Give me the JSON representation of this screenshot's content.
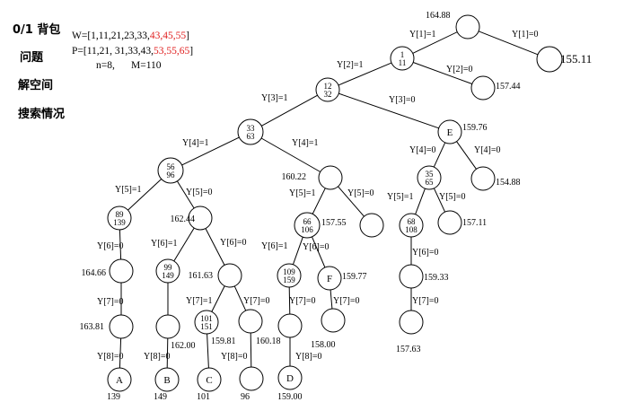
{
  "sidebar": {
    "title": "0/1 背包",
    "items": [
      "问题",
      "解空间",
      "搜索情况"
    ]
  },
  "problem": {
    "w_prefix": "W=[1,11,21,23,33,",
    "w_red": "43,45,55",
    "w_suffix": "]",
    "p_prefix": "P=[11,21, 31,33,43,",
    "p_red": "53,55,65",
    "p_suffix": "]",
    "n_label": "n=8,",
    "m_label": "M=110"
  },
  "colors": {
    "highlight": "#e02020",
    "line": "#000000"
  },
  "tree": {
    "nodes": [
      {
        "id": "root",
        "lines": [],
        "side": {
          "text": "164.88",
          "pos": "top-left"
        }
      },
      {
        "id": "n1",
        "lines": [
          "1",
          "11"
        ]
      },
      {
        "id": "b1",
        "lines": [],
        "side": {
          "text": "155.11",
          "pos": "right",
          "big": true
        }
      },
      {
        "id": "n12",
        "lines": [
          "12",
          "32"
        ]
      },
      {
        "id": "b2",
        "lines": [],
        "side": {
          "text": "157.44",
          "pos": "right"
        }
      },
      {
        "id": "n33",
        "lines": [
          "33",
          "63"
        ]
      },
      {
        "id": "E",
        "lines": [
          "E"
        ],
        "side": {
          "text": "159.76",
          "pos": "right"
        }
      },
      {
        "id": "n56",
        "lines": [
          "56",
          "96"
        ]
      },
      {
        "id": "u1",
        "lines": [],
        "side": {
          "text": "160.22",
          "pos": "left"
        }
      },
      {
        "id": "n35",
        "lines": [
          "35",
          "65"
        ]
      },
      {
        "id": "b3",
        "lines": [],
        "side": {
          "text": "154.88",
          "pos": "right"
        }
      },
      {
        "id": "n89",
        "lines": [
          "89",
          "139"
        ]
      },
      {
        "id": "u2",
        "lines": [],
        "side": {
          "text": "162.44",
          "pos": "left"
        }
      },
      {
        "id": "n66",
        "lines": [
          "66",
          "106"
        ],
        "side": {
          "text": "157.55",
          "pos": "right"
        }
      },
      {
        "id": "u3",
        "lines": []
      },
      {
        "id": "n68",
        "lines": [
          "68",
          "108"
        ]
      },
      {
        "id": "b4",
        "lines": [],
        "side": {
          "text": "157.11",
          "pos": "right"
        }
      },
      {
        "id": "a6",
        "lines": [],
        "side": {
          "text": "164.66",
          "pos": "left"
        }
      },
      {
        "id": "n99",
        "lines": [
          "99",
          "149"
        ]
      },
      {
        "id": "u4",
        "lines": [],
        "side": {
          "text": "161.63",
          "pos": "left"
        }
      },
      {
        "id": "n109",
        "lines": [
          "109",
          "159"
        ]
      },
      {
        "id": "F",
        "lines": [
          "F"
        ],
        "side": {
          "text": "159.77",
          "pos": "right"
        }
      },
      {
        "id": "e6",
        "lines": [],
        "side": {
          "text": "159.33",
          "pos": "right"
        }
      },
      {
        "id": "a7",
        "lines": [],
        "side": {
          "text": "163.81",
          "pos": "left"
        }
      },
      {
        "id": "b7",
        "lines": [],
        "side": {
          "text": "162.00",
          "pos": "below-right"
        }
      },
      {
        "id": "n101",
        "lines": [
          "101",
          "151"
        ],
        "side": {
          "text": "159.81",
          "pos": "below-right"
        }
      },
      {
        "id": "c7",
        "lines": [],
        "side": {
          "text": "160.18",
          "pos": "below-right"
        }
      },
      {
        "id": "d7",
        "lines": []
      },
      {
        "id": "f7",
        "lines": [],
        "side": {
          "text": "158.00",
          "pos": "below"
        }
      },
      {
        "id": "e7",
        "lines": [],
        "side": {
          "text": "157.63",
          "pos": "below"
        }
      },
      {
        "id": "A",
        "lines": [
          "A"
        ],
        "side": {
          "text": "139",
          "pos": "below"
        }
      },
      {
        "id": "B",
        "lines": [
          "B"
        ],
        "side": {
          "text": "149",
          "pos": "below"
        }
      },
      {
        "id": "C",
        "lines": [
          "C"
        ],
        "side": {
          "text": "101",
          "pos": "below"
        }
      },
      {
        "id": "c8",
        "lines": [],
        "side": {
          "text": "96",
          "pos": "below"
        }
      },
      {
        "id": "D",
        "lines": [
          "D"
        ],
        "side": {
          "text": "159.00",
          "pos": "below"
        }
      }
    ],
    "edges": [
      {
        "from": "root",
        "to": "n1",
        "label": "Y[1]=1"
      },
      {
        "from": "root",
        "to": "b1",
        "label": "Y[1]=0"
      },
      {
        "from": "n1",
        "to": "n12",
        "label": "Y[2]=1"
      },
      {
        "from": "n1",
        "to": "b2",
        "label": "Y[2]=0"
      },
      {
        "from": "n12",
        "to": "n33",
        "label": "Y[3]=1"
      },
      {
        "from": "n12",
        "to": "E",
        "label": "Y[3]=0"
      },
      {
        "from": "n33",
        "to": "n56",
        "label": "Y[4]=1"
      },
      {
        "from": "n33",
        "to": "u1",
        "label": "Y[4]=1"
      },
      {
        "from": "E",
        "to": "n35",
        "label": "Y[4]=0"
      },
      {
        "from": "E",
        "to": "b3",
        "label": "Y[4]=0"
      },
      {
        "from": "n56",
        "to": "n89",
        "label": "Y[5]=1"
      },
      {
        "from": "n56",
        "to": "u2",
        "label": "Y[5]=0"
      },
      {
        "from": "u1",
        "to": "n66",
        "label": "Y[5]=1"
      },
      {
        "from": "u1",
        "to": "u3",
        "label": "Y[5]=0"
      },
      {
        "from": "n35",
        "to": "n68",
        "label": "Y[5]=1"
      },
      {
        "from": "n35",
        "to": "b4",
        "label": "Y[5]=0"
      },
      {
        "from": "n89",
        "to": "a6",
        "label": "Y[6]=0"
      },
      {
        "from": "u2",
        "to": "n99",
        "label": "Y[6]=1"
      },
      {
        "from": "u2",
        "to": "u4",
        "label": "Y[6]=0"
      },
      {
        "from": "n66",
        "to": "n109",
        "label": "Y[6]=1"
      },
      {
        "from": "n66",
        "to": "F",
        "label": "Y[6]=0"
      },
      {
        "from": "n68",
        "to": "e6",
        "label": "Y[6]=0"
      },
      {
        "from": "a6",
        "to": "a7",
        "label": "Y[7]=0"
      },
      {
        "from": "n99",
        "to": "b7",
        "label": ""
      },
      {
        "from": "u4",
        "to": "n101",
        "label": "Y[7]=1"
      },
      {
        "from": "u4",
        "to": "c7",
        "label": "Y[7]=0"
      },
      {
        "from": "n109",
        "to": "d7",
        "label": "Y[7]=0"
      },
      {
        "from": "F",
        "to": "f7",
        "label": "Y[7]=0"
      },
      {
        "from": "e6",
        "to": "e7",
        "label": "Y[7]=0"
      },
      {
        "from": "a7",
        "to": "A",
        "label": "Y[8]=0"
      },
      {
        "from": "b7",
        "to": "B",
        "label": "Y[8]=0"
      },
      {
        "from": "n101",
        "to": "C",
        "label": ""
      },
      {
        "from": "c7",
        "to": "c8",
        "label": "Y[8]=0"
      },
      {
        "from": "d7",
        "to": "D",
        "label": "Y[8]=0"
      }
    ]
  }
}
